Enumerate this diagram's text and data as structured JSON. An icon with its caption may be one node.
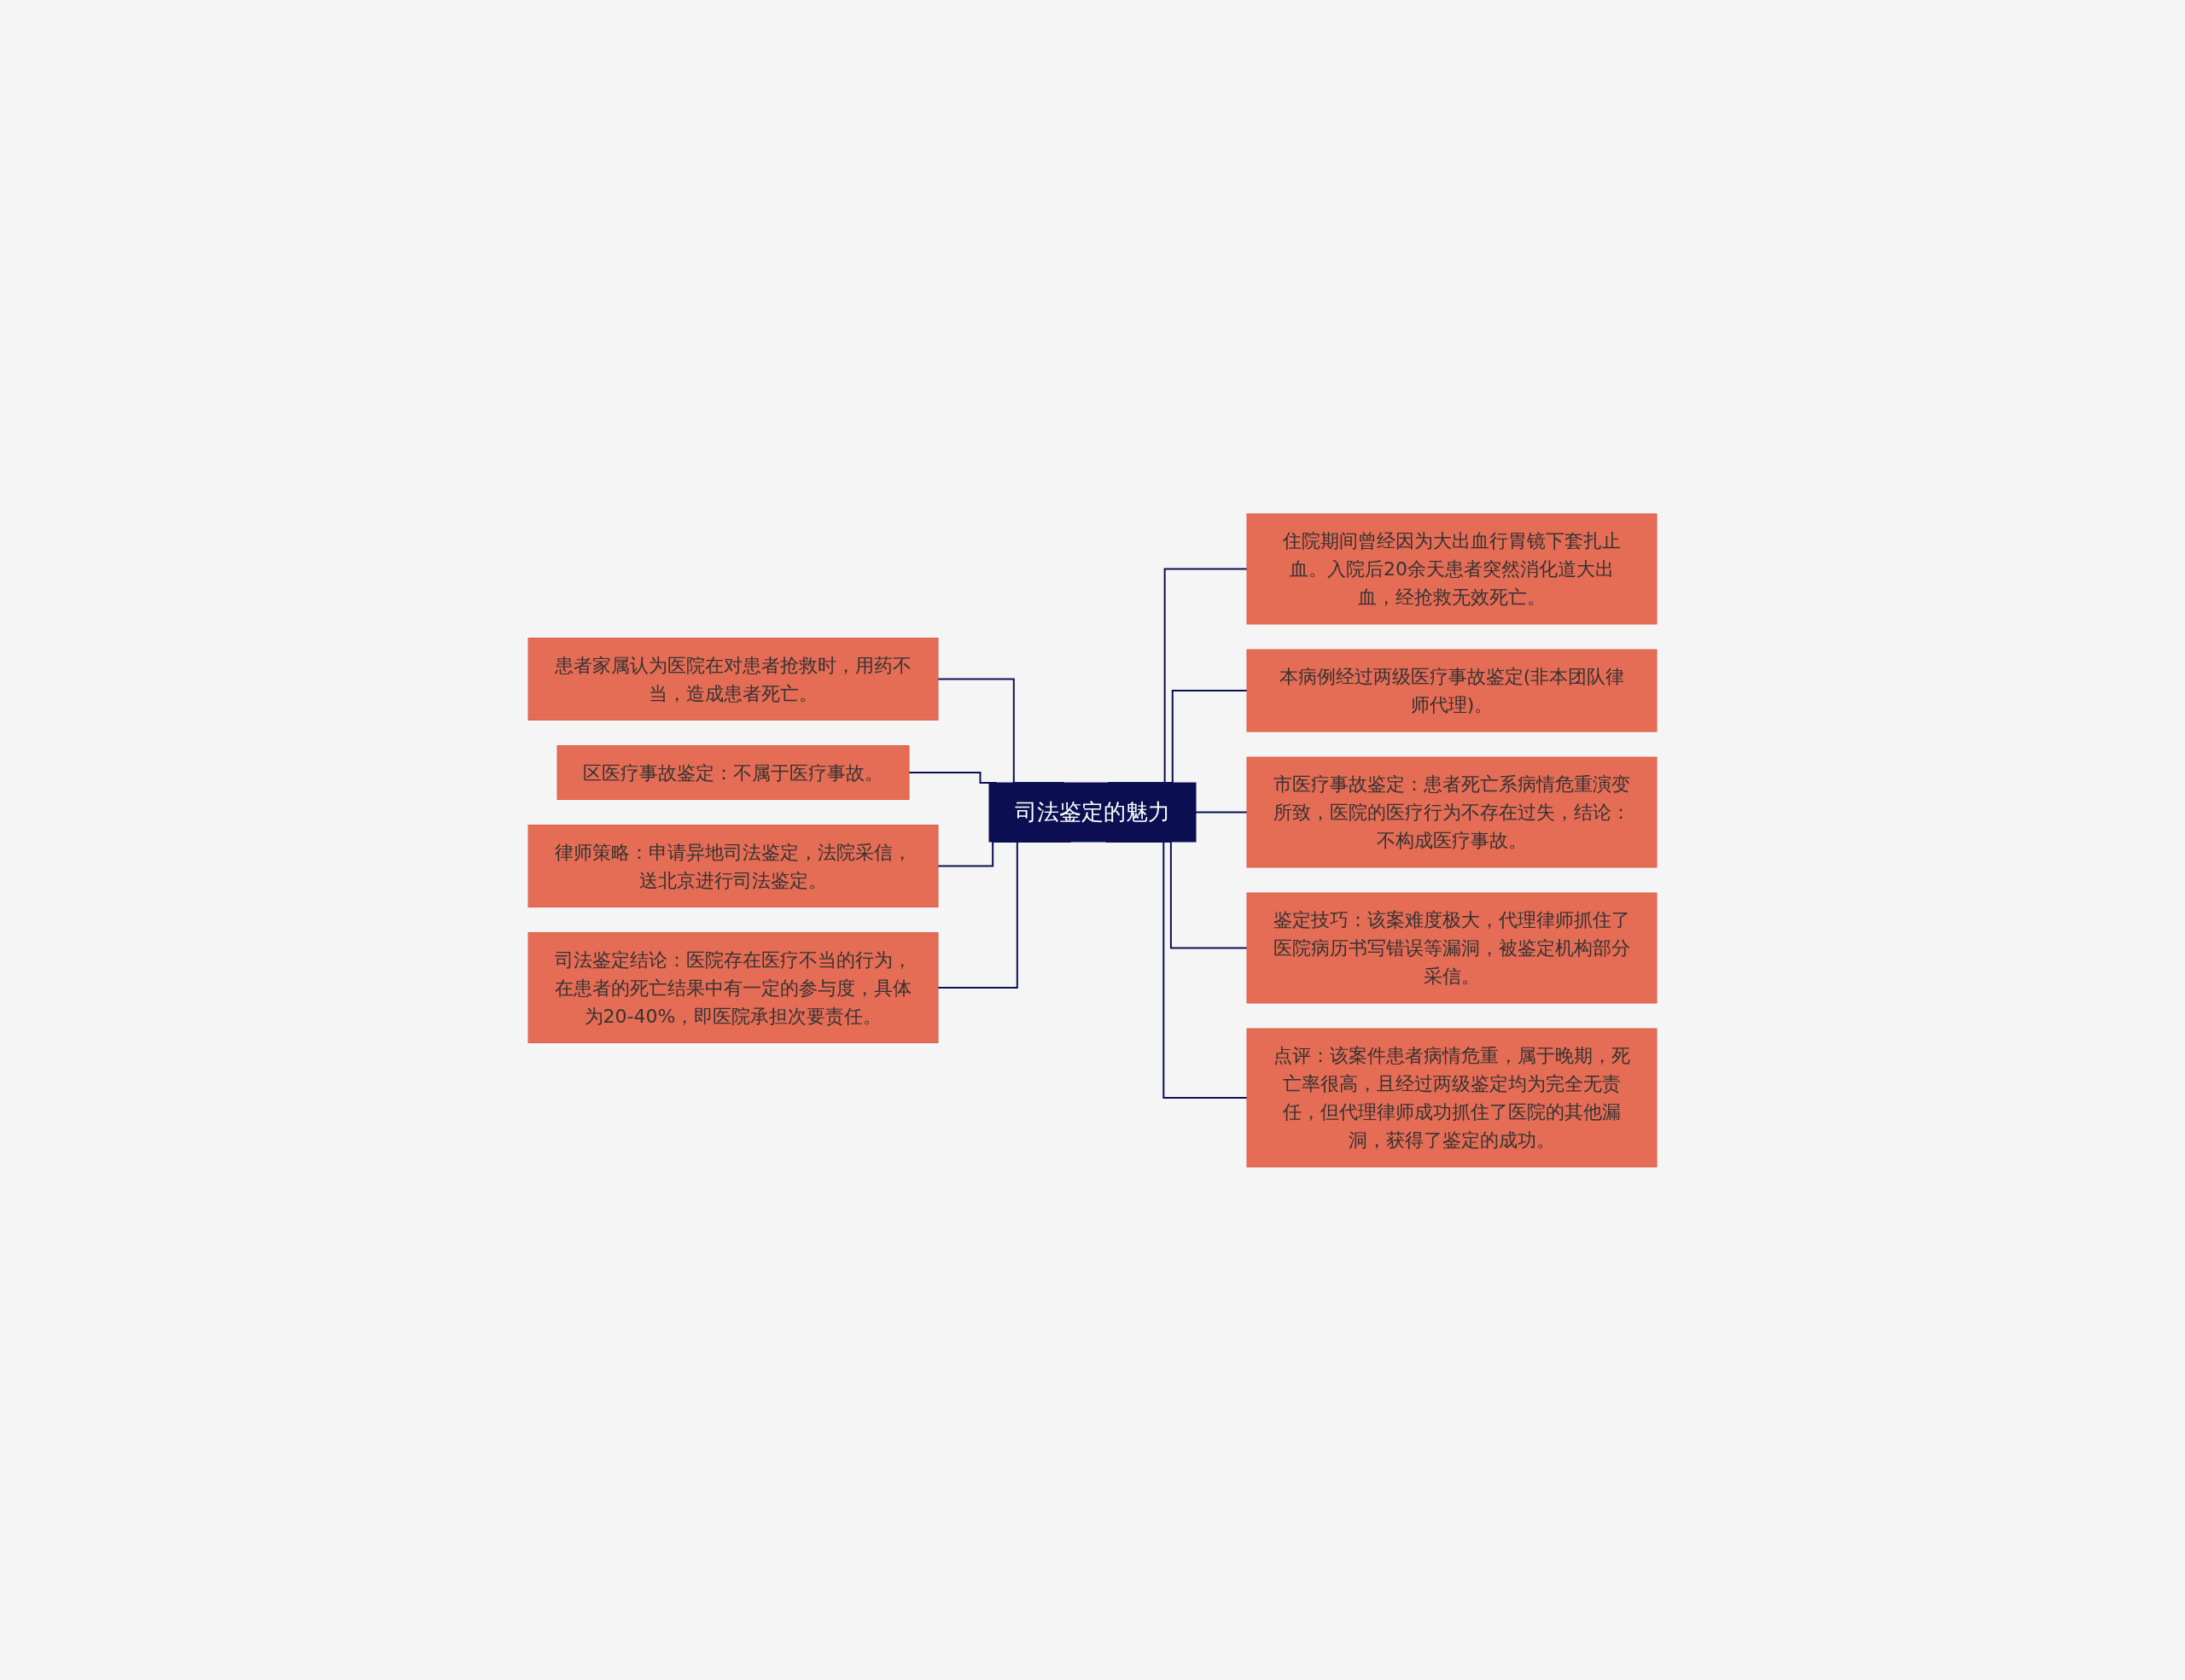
{
  "diagram": {
    "nodes": [
      {
        "text": [
          "司法鉴定的魅力"
        ]
      },
      {
        "text": [
          "患者家属认为医院在对患者抢救时，用药不当，造成患者死亡。"
        ]
      },
      {
        "text": [
          "区医疗事故鉴定：不属于医疗事故。"
        ]
      },
      {
        "text": [
          "律师策略：申请异地司法鉴定，法院采信，送北京进行司法鉴定。"
        ]
      },
      {
        "text": [
          "司法鉴定结论：医院存在医疗不当的行为，在患者的死亡结果中有一定的参与度，具体为20-40%，即医院承担次要责任。"
        ]
      },
      {
        "text": [
          "住院期间曾经因为大出血行胃镜下套扎止血。入院后20余天患者突然消化道大出血，经抢救无效死亡。"
        ]
      },
      {
        "text": [
          "本病例经过两级医疗事故鉴定(非本团队律师代理)。"
        ]
      },
      {
        "text": [
          "市医疗事故鉴定：患者死亡系病情危重演变所致，医院的医疗行为不存在过失，结论：不构成医疗事故。"
        ]
      },
      {
        "text": [
          "鉴定技巧：该案难度极大，代理律师抓住了医院病历书写错误等漏洞，被鉴定机构部分采信。"
        ]
      },
      {
        "text": [
          "点评：该案件患者病情危重，属于晚期，死亡率很高，且经过两级鉴定均为完全无责任，但代理律师成功抓住了医院的其他漏洞，获得了鉴定的成功。"
        ]
      }
    ],
    "edges": [
      {
        "from": 0,
        "to": 1,
        "arrow": "none"
      },
      {
        "from": 0,
        "to": 2,
        "arrow": "none"
      },
      {
        "from": 0,
        "to": 3,
        "arrow": "none"
      },
      {
        "from": 0,
        "to": 4,
        "arrow": "none"
      },
      {
        "from": 0,
        "to": 5,
        "arrow": "none"
      },
      {
        "from": 0,
        "to": 6,
        "arrow": "none"
      },
      {
        "from": 0,
        "to": 7,
        "arrow": "none"
      },
      {
        "from": 0,
        "to": 8,
        "arrow": "none"
      },
      {
        "from": 0,
        "to": 9,
        "arrow": "none"
      }
    ]
  }
}
